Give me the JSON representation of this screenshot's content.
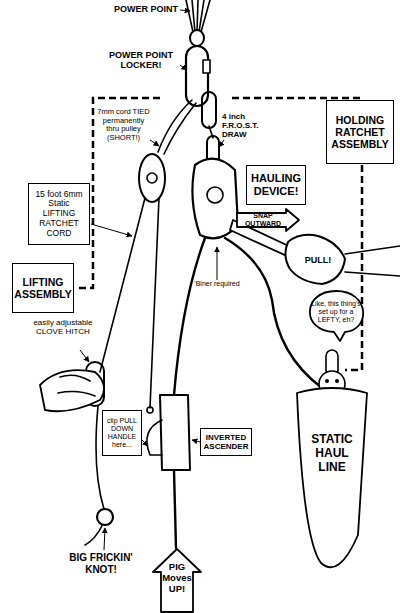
{
  "diagram": {
    "nodes": [
      {
        "text": [
          "HOLDING RATCHET ASSEMBLY"
        ]
      },
      {
        "text": [
          "HAULING DEVICE!"
        ]
      },
      {
        "text": [
          "15 foot 6mm Static LIFTING RATCHET CORD"
        ]
      },
      {
        "text": [
          "SNAP OUTWARD"
        ]
      },
      {
        "text": [
          "LIFTING ASSEMBLY"
        ]
      },
      {
        "text": [
          "Like, this thing's set up for a LEFTY, eh?"
        ]
      },
      {
        "text": [
          "STATIC HAUL LINE"
        ]
      },
      {
        "text": [
          "clip PULL DOWN HANDLE here..."
        ]
      },
      {
        "text": [
          "INVERTED ASCENDER"
        ]
      },
      {
        "text": [
          "PIG Moves UP!"
        ]
      }
    ],
    "labels": [
      "POWER POINT",
      "POWER POINT LOCKER!",
      "7mm cord TIED permanently thru pulley (SHORT!)",
      "4 inch F.R.O.S.T. DRAW",
      "PULL!",
      "easily adjustable CLOVE HITCH",
      "'Biner required",
      "BIG FRICKIN' KNOT!"
    ]
  }
}
